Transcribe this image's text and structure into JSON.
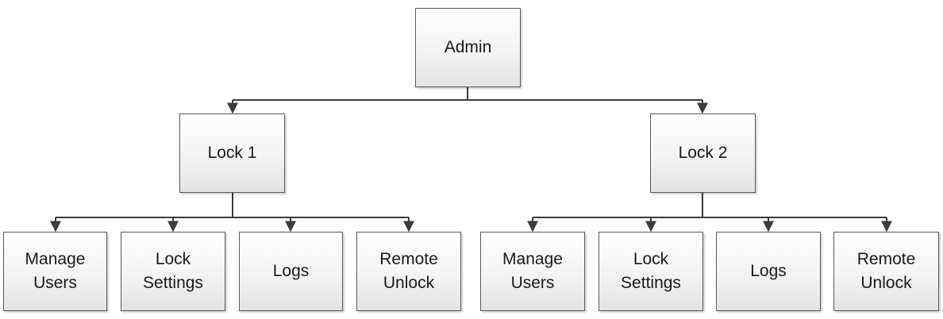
{
  "diagram": {
    "root": {
      "label": "Admin"
    },
    "locks": [
      {
        "label": "Lock 1",
        "children": [
          "Manage\nUsers",
          "Lock\nSettings",
          "Logs",
          "Remote\nUnlock"
        ]
      },
      {
        "label": "Lock 2",
        "children": [
          "Manage\nUsers",
          "Lock\nSettings",
          "Logs",
          "Remote\nUnlock"
        ]
      }
    ],
    "colors": {
      "line": "#3c3c3c",
      "border": "#5a5a5a"
    }
  }
}
